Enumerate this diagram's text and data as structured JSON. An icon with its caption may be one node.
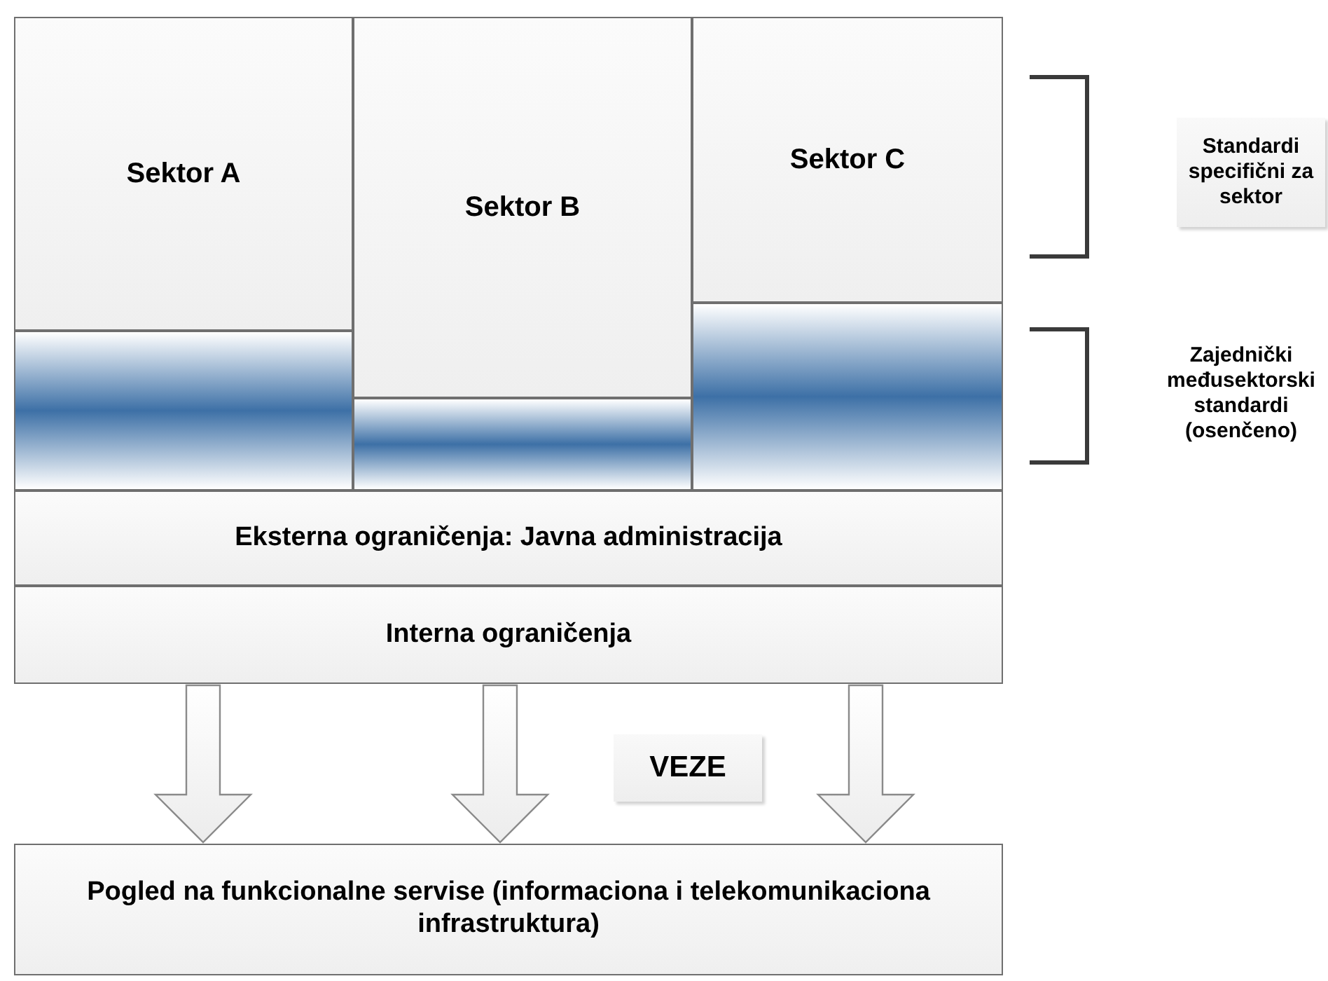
{
  "diagram": {
    "nodes": [
      {
        "text": [
          "Sektor A"
        ]
      },
      {
        "text": [
          "Sektor B"
        ]
      },
      {
        "text": [
          "Sektor C"
        ]
      },
      {
        "text": [],
        "shape": "bar"
      },
      {
        "text": [],
        "shape": "bar"
      },
      {
        "text": [],
        "shape": "bar"
      },
      {
        "text": [
          "Eksterna ograničenja: Javna administracija"
        ]
      },
      {
        "text": [
          "Interna ograničenja"
        ]
      },
      {
        "text": [
          "VEZE"
        ]
      },
      {
        "text": [
          "Pogled na funkcionalne servise (informaciona i telekomunikaciona infrastruktura)"
        ]
      },
      {
        "text": [
          "Standardi specifični za sektor"
        ]
      },
      {
        "text": [
          "Zajednički međusektorski standardi (osenčeno)"
        ]
      }
    ],
    "edges": [
      {
        "from": 7,
        "to": 9,
        "arrow": "to"
      },
      {
        "from": 7,
        "to": 9,
        "arrow": "to"
      },
      {
        "from": 7,
        "to": 9,
        "arrow": "to"
      }
    ]
  }
}
